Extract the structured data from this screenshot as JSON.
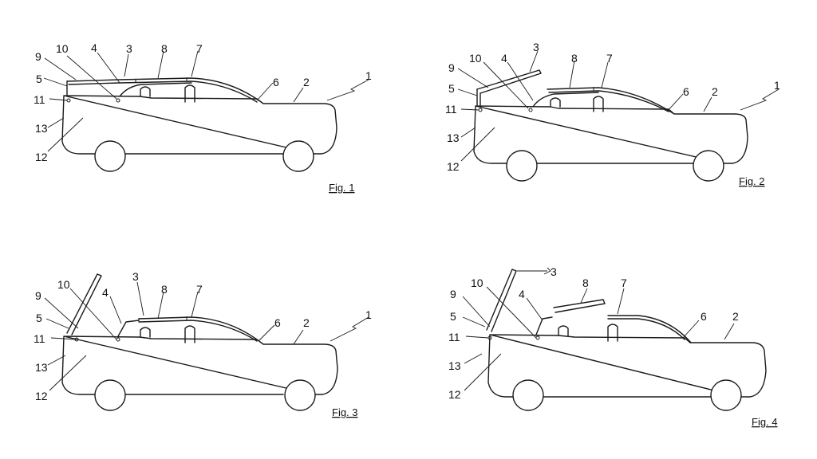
{
  "figures": [
    {
      "caption": "Fig. 1",
      "labels": {
        "n1": "1",
        "n2": "2",
        "n3": "3",
        "n4": "4",
        "n5": "5",
        "n6": "6",
        "n7": "7",
        "n8": "8",
        "n9": "9",
        "n10": "10",
        "n11": "11",
        "n12": "12",
        "n13": "13"
      }
    },
    {
      "caption": "Fig. 2",
      "labels": {
        "n1": "1",
        "n2": "2",
        "n3": "3",
        "n4": "4",
        "n5": "5",
        "n6": "6",
        "n7": "7",
        "n8": "8",
        "n9": "9",
        "n10": "10",
        "n11": "11",
        "n12": "12",
        "n13": "13"
      }
    },
    {
      "caption": "Fig. 3",
      "labels": {
        "n1": "1",
        "n2": "2",
        "n3": "3",
        "n4": "4",
        "n5": "5",
        "n6": "6",
        "n7": "7",
        "n8": "8",
        "n9": "9",
        "n10": "10",
        "n11": "11",
        "n12": "12",
        "n13": "13"
      }
    },
    {
      "caption": "Fig. 4",
      "labels": {
        "n2": "2",
        "n3": "3",
        "n4": "4",
        "n5": "5",
        "n6": "6",
        "n7": "7",
        "n8": "8",
        "n9": "9",
        "n10": "10",
        "n11": "11",
        "n12": "12",
        "n13": "13"
      }
    }
  ]
}
